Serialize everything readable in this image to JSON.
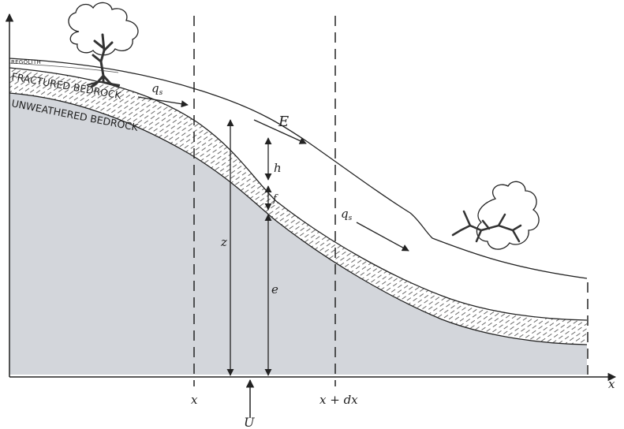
{
  "labels": {
    "regolith": "REGOLITH",
    "fractured_bedrock": "FRACTURED BEDROCK",
    "unweathered_bedrock": "UNWEATHERED BEDROCK"
  },
  "symbols": {
    "qs_upper": "q",
    "qs_upper_sub": "s",
    "qs_lower": "q",
    "qs_lower_sub": "s",
    "E": "E",
    "h": "h",
    "f": "f",
    "z": "z",
    "e": "e",
    "U": "U"
  },
  "axis": {
    "x": "x",
    "x_left": "x",
    "x_right": "x + dx"
  },
  "icons": [
    "tree-icon",
    "shrub-icon"
  ],
  "colors": {
    "bedrock_fill": "#d3d6db",
    "line": "#222222",
    "background": "#ffffff"
  }
}
